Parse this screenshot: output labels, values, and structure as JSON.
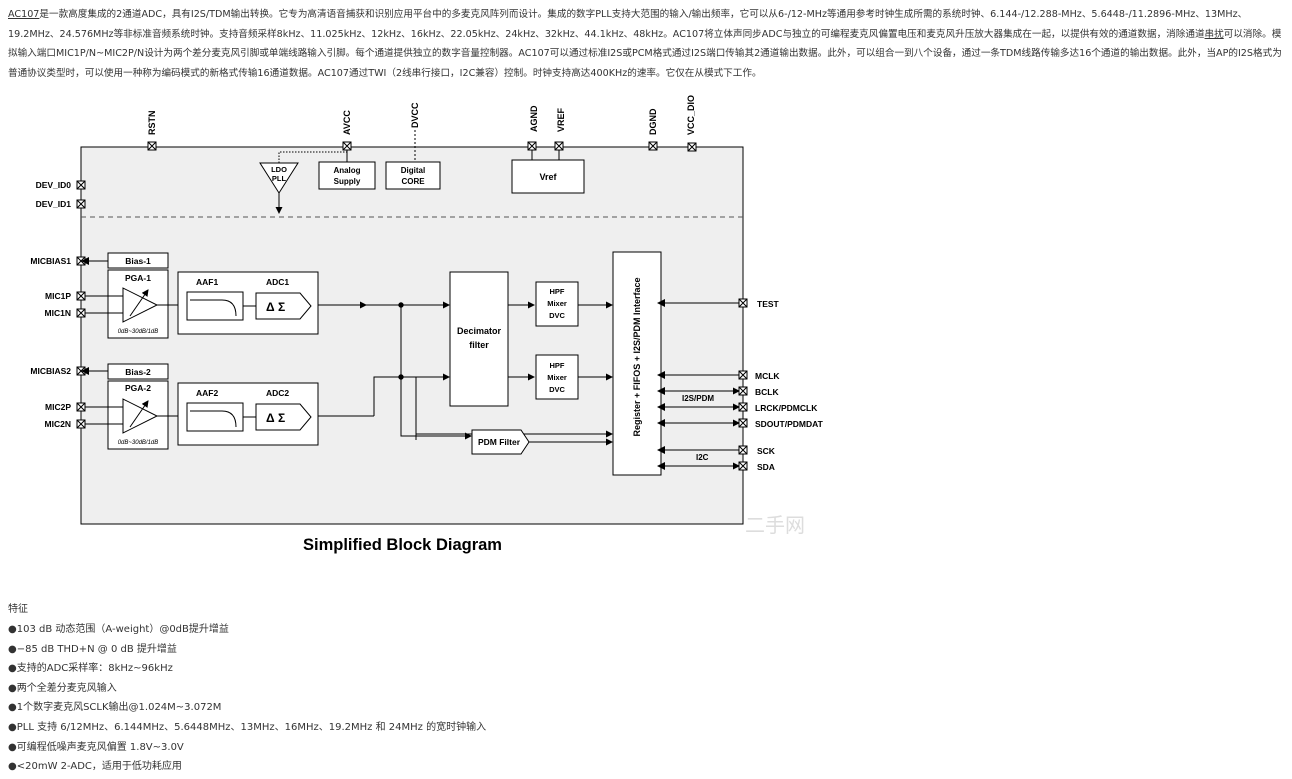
{
  "intro": {
    "link": "AC107",
    "p1": "是一款高度集成的2通道ADC，具有I2S/TDM输出转换。它专为高清语音捕获和识别应用平台中的多麦克风阵列而设计。集成的数字PLL支持大范围的输入/输出频率，它可以从6-/12-MHz等通用参考时钟生成所需的系统时钟、6.144-/12.288-MHz、5.6448-/11.2896-MHz、13MHz、19.2MHz、24.576MHz等非标准音频系统时钟。支持音频采样8kHz、11.025kHz、12kHz、16kHz、22.05kHz、24kHz、32kHz、44.1kHz、48kHz。AC107将立体声同步ADC与独立的可编程麦克风偏置电压和麦克风升压放大器集成在一起，以提供有效的通道数据，消除通道",
    "underlined": "串扰",
    "p2": "可以消除。模拟输入端口MIC1P/N~MIC2P/N设计为两个差分麦克风引脚或单端线路输入引脚。每个通道提供独立的数字音量控制器。AC107可以通过标准I2S或PCM格式通过I2S端口传输其2通道输出数据。此外，可以组合一到八个设备，通过一条TDM线路传输多达16个通道的输出数据。此外，当AP的I2S格式为普通协议类型时，可以使用一种称为编码模式的新格式传输16通道数据。AC107通过TWI（2线串行接口，I2C兼容）控制。时钟支持高达400KHz的速率。它仅在从模式下工作。"
  },
  "diagram": {
    "caption": "Simplified Block Diagram",
    "top_pins": [
      "RSTN",
      "AVCC",
      "DVCC",
      "AGND",
      "VREF",
      "DGND",
      "VCC_DIO"
    ],
    "left_pins": [
      "DEV_ID0",
      "DEV_ID1",
      "MICBIAS1",
      "MIC1P",
      "MIC1N",
      "MICBIAS2",
      "MIC2P",
      "MIC2N"
    ],
    "right_pins": [
      "TEST",
      "MCLK",
      "BCLK",
      "LRCK/PDMCLK",
      "SDOUT/PDMDAT",
      "SCK",
      "SDA"
    ],
    "blocks": {
      "ldo_pll_1": "LDO",
      "ldo_pll_2": "PLL",
      "analog_supply_1": "Analog",
      "analog_supply_2": "Supply",
      "digital_core_1": "Digital",
      "digital_core_2": "CORE",
      "vref": "Vref",
      "bias1": "Bias-1",
      "bias2": "Bias-2",
      "pga1": "PGA-1",
      "pga2": "PGA-2",
      "pga_range": "0dB~30dB/1dB",
      "aaf1": "AAF1",
      "aaf2": "AAF2",
      "adc1": "ADC1",
      "adc2": "ADC2",
      "delta_sigma": "Δ Σ",
      "decimator_1": "Decimator",
      "decimator_2": "filter",
      "hpf_1": "HPF",
      "hpf_2": "Mixer",
      "hpf_3": "DVC",
      "pdm_filter": "PDM Filter",
      "interface": "Register + FIFOS + I2S/PDM Interface",
      "i2s_pdm_label": "I2S/PDM",
      "i2c_label": "I2C"
    },
    "watermark": "二手网"
  },
  "features": {
    "heading": "特征",
    "items": [
      "●103 dB 动态范围（A-weight）@0dB提升增益",
      "●−85 dB THD+N @ 0 dB 提升增益",
      "●支持的ADC采样率：8kHz~96kHz",
      "●两个全差分麦克风输入",
      "●1个数字麦克风SCLK输出@1.024M~3.072M",
      "●PLL 支持 6/12MHz、6.144MHz、5.6448MHz、13MHz、16MHz、19.2MHz 和 24MHz 的宽时钟输入",
      "●可编程低噪声麦克风偏置 1.8V~3.0V",
      "●<20mW 2-ADC，适用于低功耗应用"
    ]
  },
  "colors": {
    "text": "#333333",
    "chip_fill": "#efefef",
    "block_fill": "#ffffff"
  }
}
